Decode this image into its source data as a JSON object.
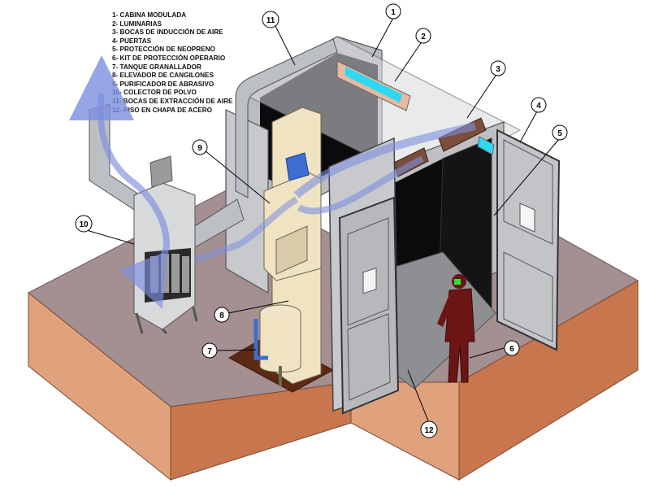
{
  "legend": [
    "1- CABINA MODULADA",
    "2- LUMINARIAS",
    "3- BOCAS DE INDUCCIÓN DE AIRE",
    "4- PUERTAS",
    "5- PROTECCIÓN DE NEOPRENO",
    "6- KIT DE PROTECCIÓN OPERARIO",
    "7- TANQUE GRANALLADOR",
    "8- ELEVADOR DE CANGILONES",
    "9- PURIFICADOR DE ABRASIVO",
    "10- COLECTOR DE POLVO",
    "11- BOCAS DE EXTRACCIÓN DE AIRE",
    "12- PISO EN CHAPA DE ACERO"
  ],
  "callouts": [
    "1",
    "2",
    "3",
    "4",
    "5",
    "6",
    "7",
    "8",
    "9",
    "10",
    "11",
    "12"
  ],
  "colors": {
    "floor_top": "#a48f91",
    "floor_side_left": "#e0a27d",
    "floor_side_right": "#c8764d",
    "booth_panel": "#c7c9cc",
    "booth_panel_dark": "#8f9296",
    "booth_interior": "#0b0b0d",
    "duct": "#bcbfc3",
    "elevator": "#efe3c2",
    "airflow": "#7d8fe0",
    "operator": "#6b1515",
    "light_glow": "#2dd8f4"
  },
  "icons": [
    "airflow-arrow-icon",
    "operator-figure-icon"
  ]
}
